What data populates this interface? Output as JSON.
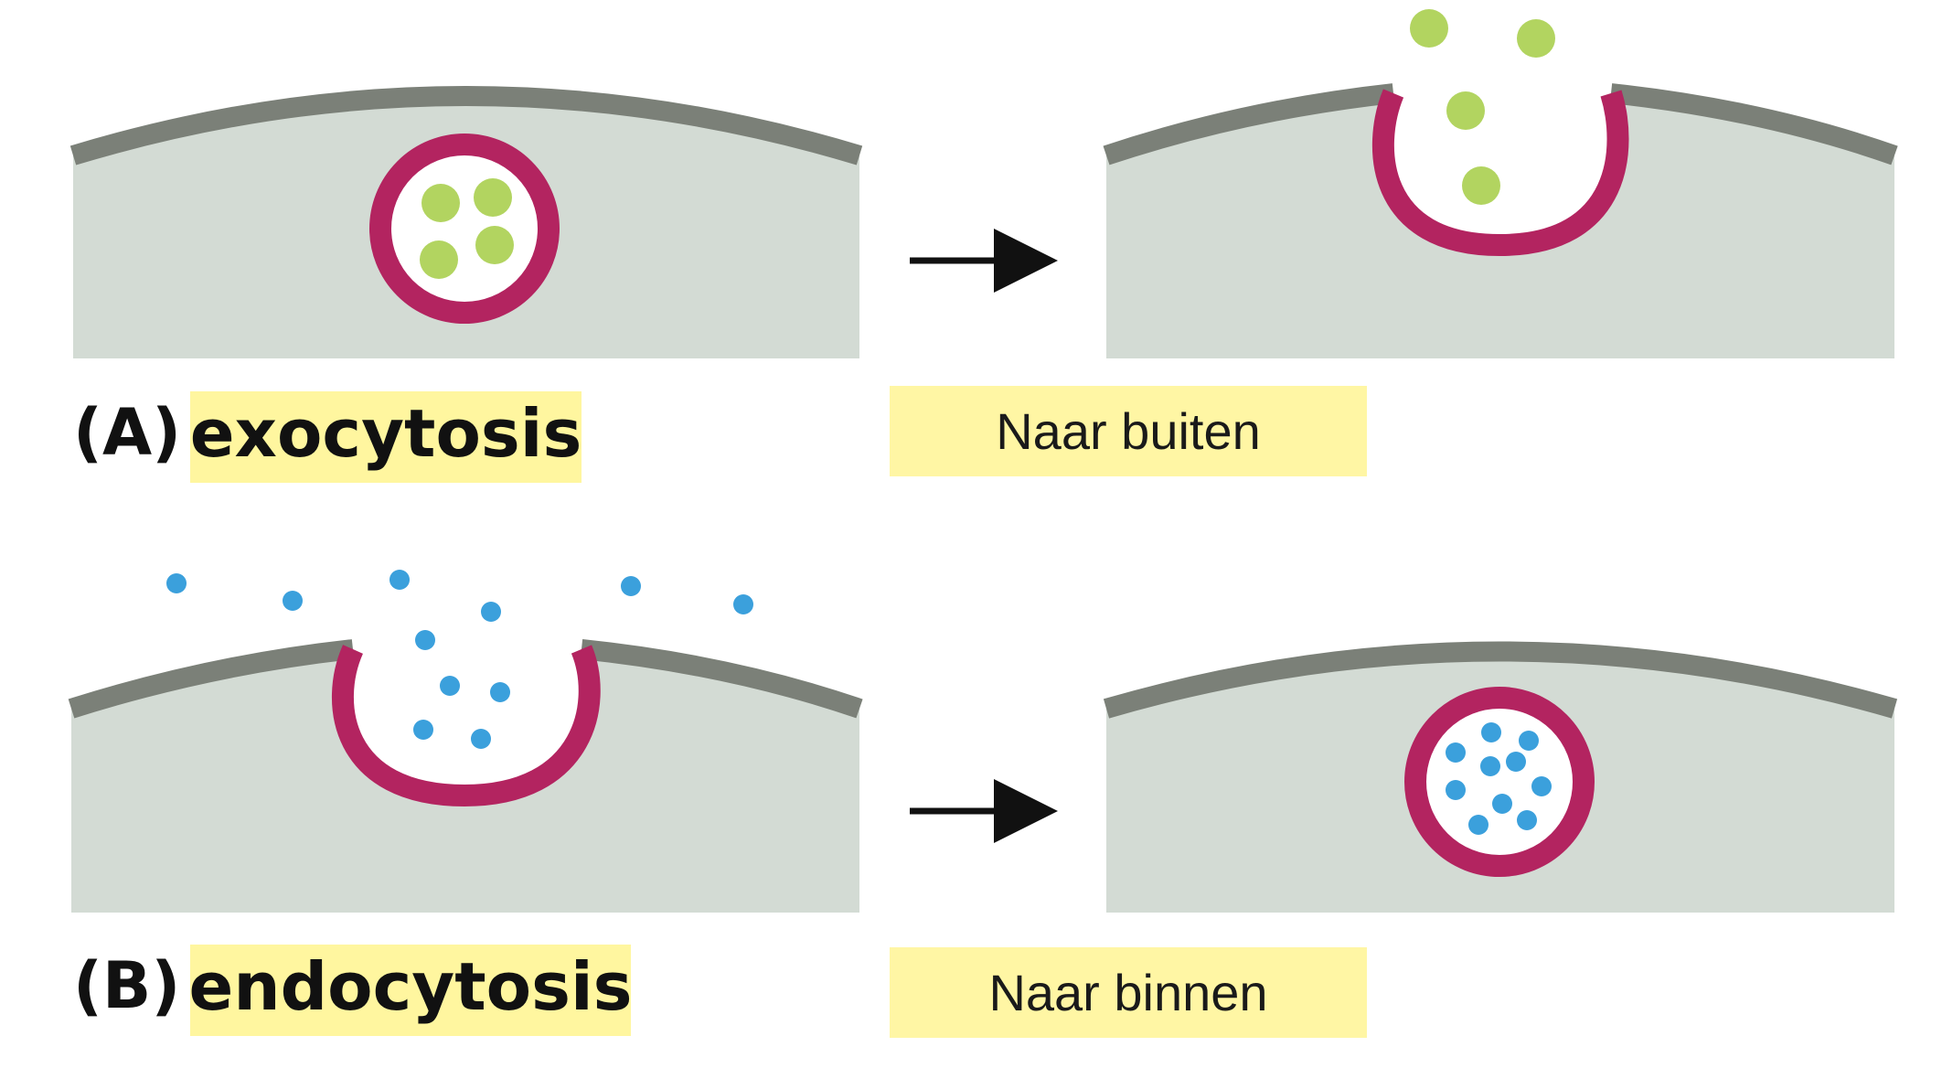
{
  "panels": [
    {
      "letter": "(A)",
      "term": "exocytosis",
      "direction": "Naar buiten"
    },
    {
      "letter": "(B)",
      "term": "endocytosis",
      "direction": "Naar binnen"
    }
  ],
  "colors": {
    "cytoplasm": "#d3dbd4",
    "membrane": "#7b8078",
    "vesicle_membrane": "#b32460",
    "exocytosis_cargo": "#b2d460",
    "endocytosis_cargo": "#3ba0dc",
    "label_highlight": "#fff69f",
    "arrow": "#111111"
  }
}
